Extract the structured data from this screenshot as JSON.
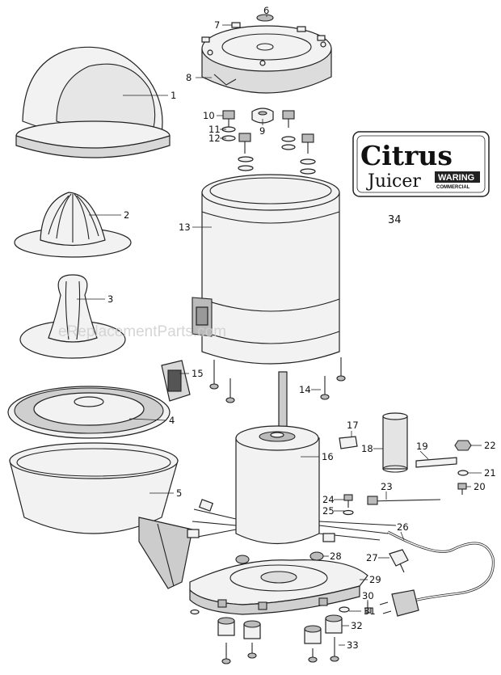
{
  "logo": {
    "line1": "Citrus",
    "line2": "Juicer",
    "brand": "WARING",
    "brand_sub": "COMMERCIAL"
  },
  "logo_part_number": "34",
  "watermark": "eReplacementParts.com",
  "callouts": [
    "1",
    "2",
    "3",
    "4",
    "5",
    "6",
    "7",
    "8",
    "9",
    "10",
    "11",
    "12",
    "13",
    "14",
    "15",
    "16",
    "17",
    "18",
    "19",
    "20",
    "21",
    "22",
    "23",
    "24",
    "25",
    "26",
    "27",
    "28",
    "29",
    "30",
    "31",
    "32",
    "33"
  ]
}
